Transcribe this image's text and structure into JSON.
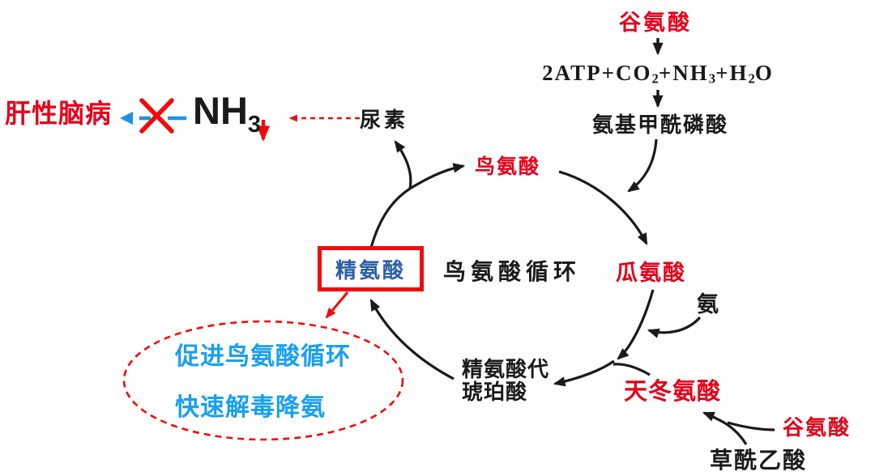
{
  "colors": {
    "ink": "#1a1a1a",
    "red_text": "#e50019",
    "red_mark": "#f40a0a",
    "blue_dark": "#2b5fa8",
    "blue_bright": "#189ff2",
    "blue_arrow": "#1e90e8"
  },
  "top_chain": {
    "glutamate": "谷氨酸",
    "equation_parts": {
      "p1": "2ATP+CO",
      "s1": "2",
      "p2": "+NH",
      "s2": "3",
      "p3": "+H",
      "s3": "2",
      "p4": "O"
    },
    "carbamoyl_phosphate": "氨基甲酰磷酸"
  },
  "output_branch": {
    "hepatic_encephalopathy": "肝性脑病",
    "nh3_base": "NH",
    "nh3_sub": "3",
    "urea": "尿素"
  },
  "cycle": {
    "title": "鸟氨酸循环",
    "ornithine": "鸟氨酸",
    "citrulline": "瓜氨酸",
    "argininosuccinate_line1": "精氨酸代",
    "argininosuccinate_line2": "琥珀酸",
    "arginine": "精氨酸"
  },
  "inputs": {
    "ammonia": "氨",
    "aspartate": "天冬氨酸",
    "glutamate": "谷氨酸",
    "oxaloacetate": "草酰乙酸"
  },
  "annotation": {
    "line1": "促进鸟氨酸循环",
    "line2": "快速解毒降氨"
  }
}
